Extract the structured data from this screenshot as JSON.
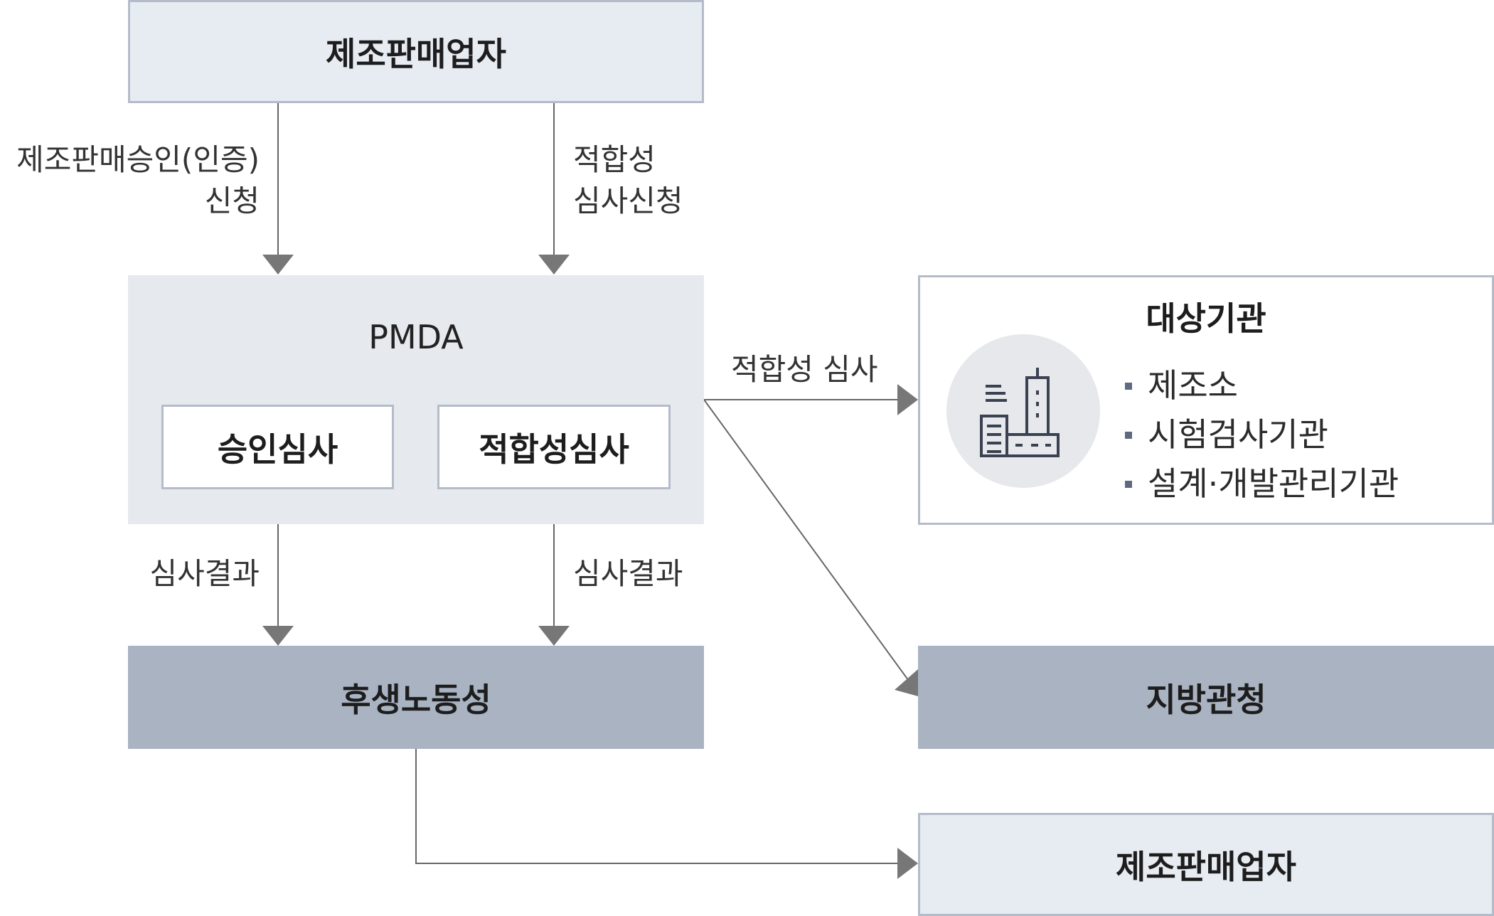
{
  "top_box": {
    "label": "제조판매업자"
  },
  "pmda": {
    "title": "PMDA",
    "approval_review": "승인심사",
    "conformity_review": "적합성심사"
  },
  "arrows": {
    "approval_request": [
      "제조판매승인(인증)",
      "신청"
    ],
    "conformity_request": [
      "적합성",
      "심사신청"
    ],
    "review_result_left": "심사결과",
    "review_result_right": "심사결과",
    "conformity_review": "적합성 심사"
  },
  "ministry": {
    "label": "후생노동성"
  },
  "target": {
    "title": "대상기관",
    "icon": "building-icon",
    "items": [
      "제조소",
      "시험검사기관",
      "설계·개발관리기관"
    ]
  },
  "regional": {
    "label": "지방관청"
  },
  "bottom_box": {
    "label": "제조판매업자"
  },
  "colors": {
    "light_box": "#e7ebf2",
    "border": "#b4bcca",
    "gray_box": "#a9b3c2",
    "pmda_bg": "#e6e9ee",
    "line": "#666666",
    "arrow": "#777777",
    "icon_circle": "#e6e8ec",
    "icon_stroke": "#3a4150"
  }
}
